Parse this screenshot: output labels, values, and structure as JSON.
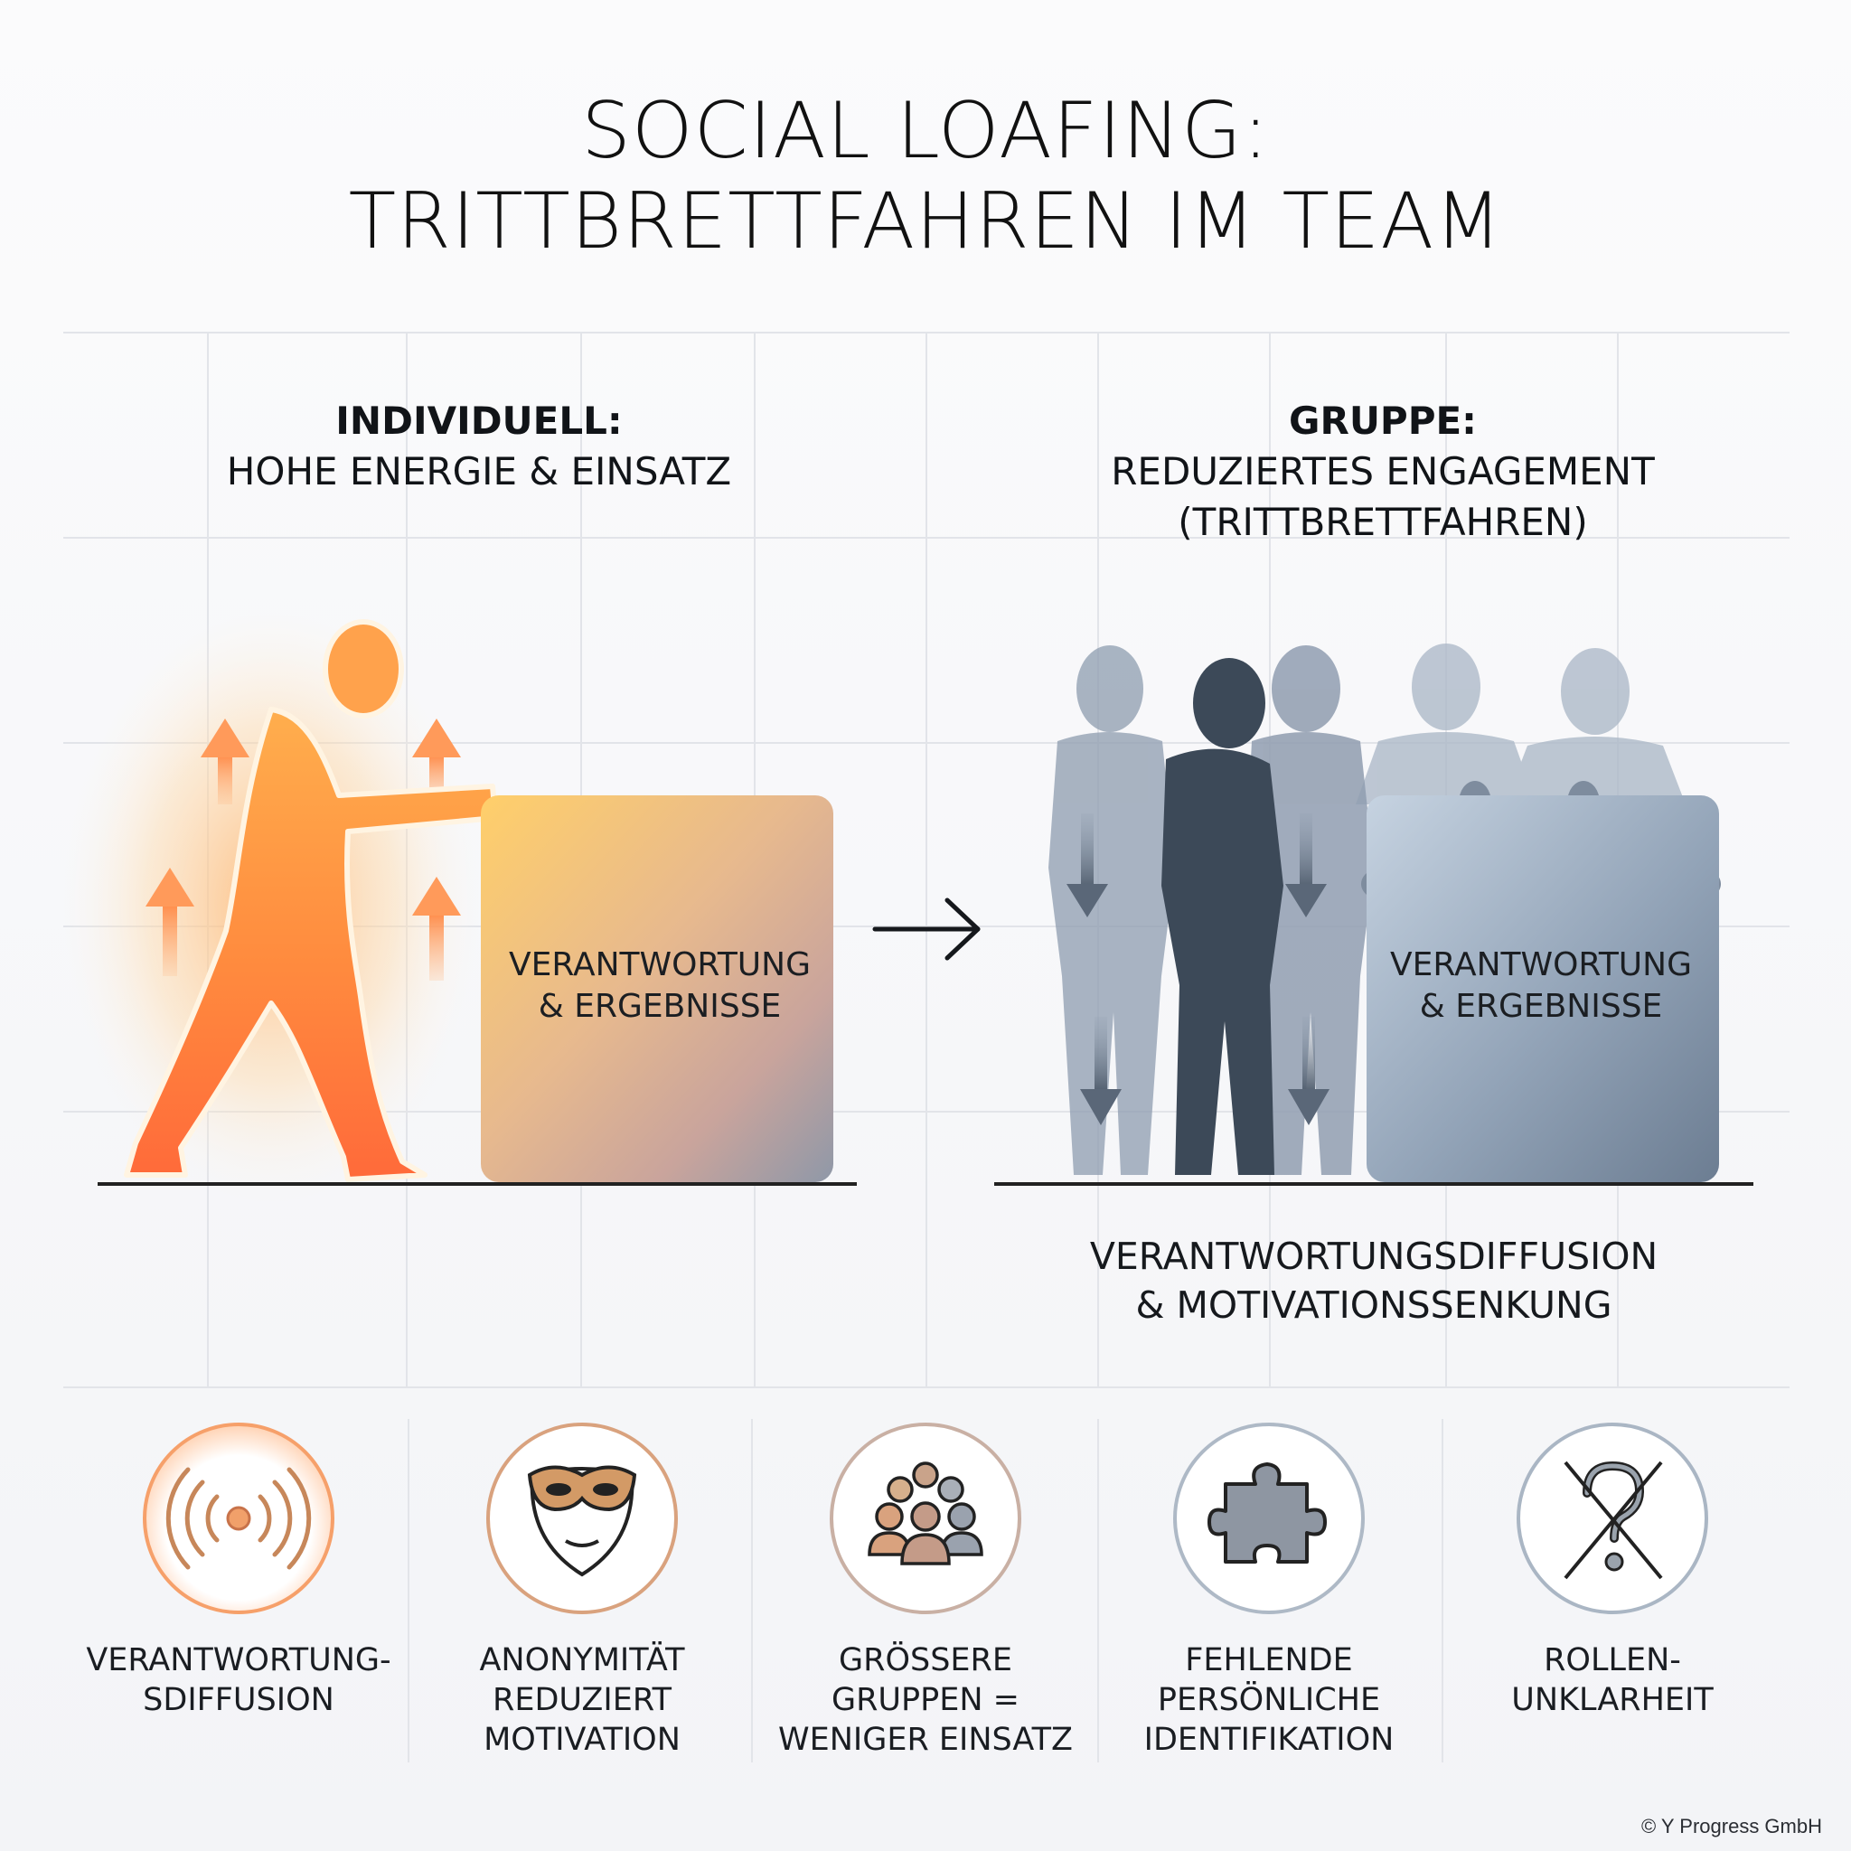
{
  "title": {
    "line1": "SOCIAL LOAFING:",
    "line2": "TRITTBRETTFAHREN IM TEAM"
  },
  "individual": {
    "heading": "INDIVIDUELL:",
    "subheading": "HOHE ENERGIE & EINSATZ",
    "box_label_1": "VERANTWORTUNG",
    "box_label_2": "& ERGEBNISSE",
    "figure_icon": "pushing-person-icon",
    "arrow_icon": "arrow-up-icon",
    "color_warm": "#ff7a3a",
    "color_glow": "#ffc77a"
  },
  "transition_icon": "arrow-right-icon",
  "group": {
    "heading": "GRUPPE:",
    "subheading_1": "REDUZIERTES ENGAGEMENT",
    "subheading_2": "(TRITTBRETTFAHREN)",
    "box_label_1": "VERANTWORTUNG",
    "box_label_2": "& ERGEBNISSE",
    "figure_icon": "standing-people-icon",
    "arrow_icon": "arrow-down-icon",
    "color_cool": "#4e5d70",
    "caption_1": "VERANTWORTUNGSDIFFUSION",
    "caption_2": "& MOTIVATIONSSENKUNG"
  },
  "factors": [
    {
      "icon": "signal-waves-icon",
      "lines": [
        "VERANTWORTUNG-",
        "SDIFFUSION"
      ]
    },
    {
      "icon": "mask-icon",
      "lines": [
        "ANONYMITÄT",
        "REDUZIERT",
        "MOTIVATION"
      ]
    },
    {
      "icon": "group-people-icon",
      "lines": [
        "GRÖSSERE",
        "GRUPPEN =",
        "WENIGER EINSATZ"
      ]
    },
    {
      "icon": "puzzle-piece-icon",
      "lines": [
        "FEHLENDE",
        "PERSÖNLICHE",
        "IDENTIFIKATION"
      ]
    },
    {
      "icon": "crossed-question-mark-icon",
      "lines": [
        "ROLLEN-",
        "UNKLARHEIT"
      ]
    }
  ],
  "copyright": "© Y Progress GmbH"
}
